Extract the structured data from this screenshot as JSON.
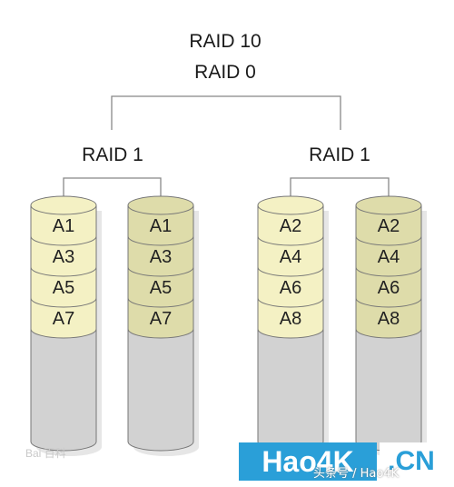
{
  "title": {
    "top": "RAID 10",
    "sub": "RAID 0"
  },
  "groups": [
    {
      "label": "RAID 1",
      "disks": [
        {
          "blocks": [
            "A1",
            "A3",
            "A5",
            "A7"
          ],
          "fill": "#f4f1c4"
        },
        {
          "blocks": [
            "A1",
            "A3",
            "A5",
            "A7"
          ],
          "fill": "#dedcaa"
        }
      ]
    },
    {
      "label": "RAID 1",
      "disks": [
        {
          "blocks": [
            "A2",
            "A4",
            "A6",
            "A8"
          ],
          "fill": "#f4f1c4"
        },
        {
          "blocks": [
            "A2",
            "A4",
            "A6",
            "A8"
          ],
          "fill": "#dedcaa"
        }
      ]
    }
  ],
  "colors": {
    "empty": "#d2d2d2",
    "stroke": "#777777",
    "line": "#888888"
  },
  "watermark": {
    "baidu": "Bai 百科",
    "hao": "Hao4K",
    "cn": ".CN",
    "toutiao": "头条号 / Hao4K"
  }
}
